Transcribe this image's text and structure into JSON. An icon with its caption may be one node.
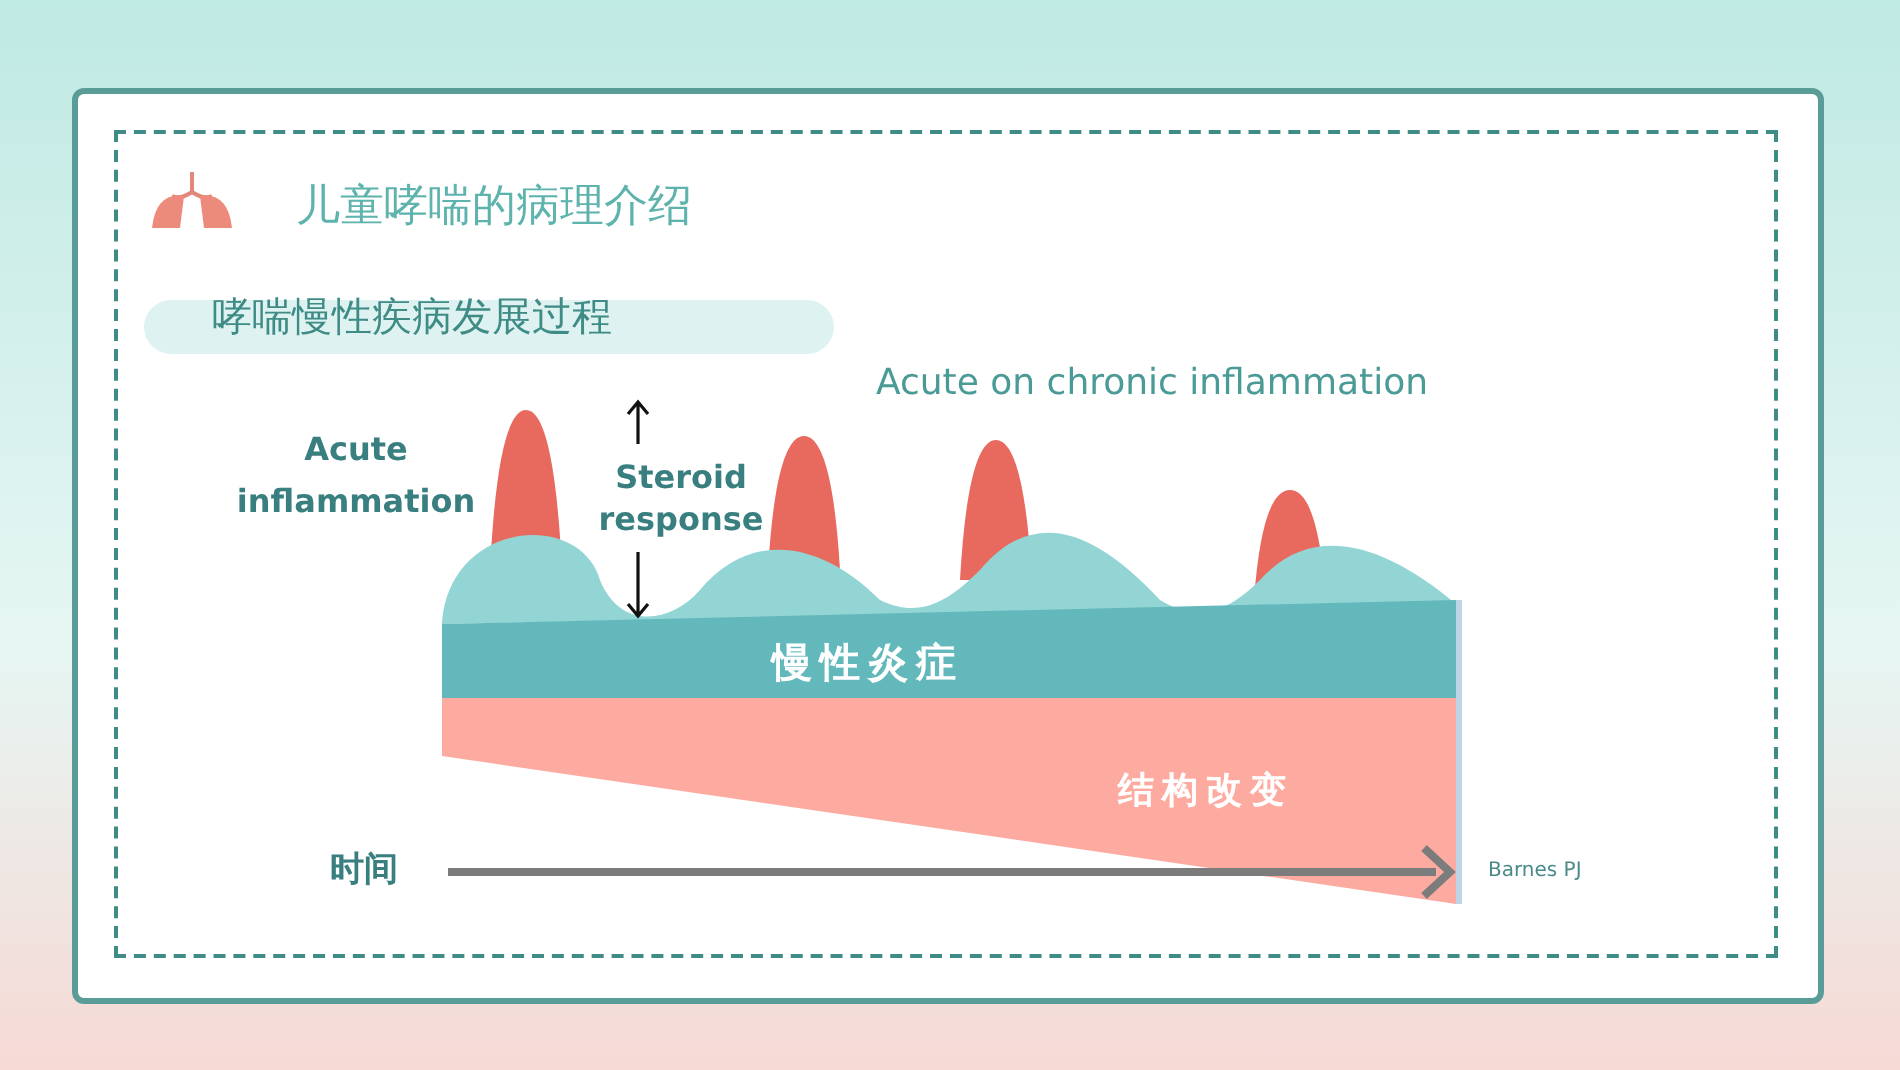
{
  "diagram": {
    "title": "儿童哮喘的病理介绍",
    "nodes": [
      {
        "text": [
          "哮喘慢性疾病发展过程"
        ]
      },
      {
        "text": [
          "慢性炎症"
        ]
      },
      {
        "text": [
          "结构改变"
        ]
      }
    ],
    "labels": [
      "Acute on chronic inflammation",
      "Acute inflammation",
      "Steroid response",
      "时间",
      "Barnes PJ"
    ]
  }
}
